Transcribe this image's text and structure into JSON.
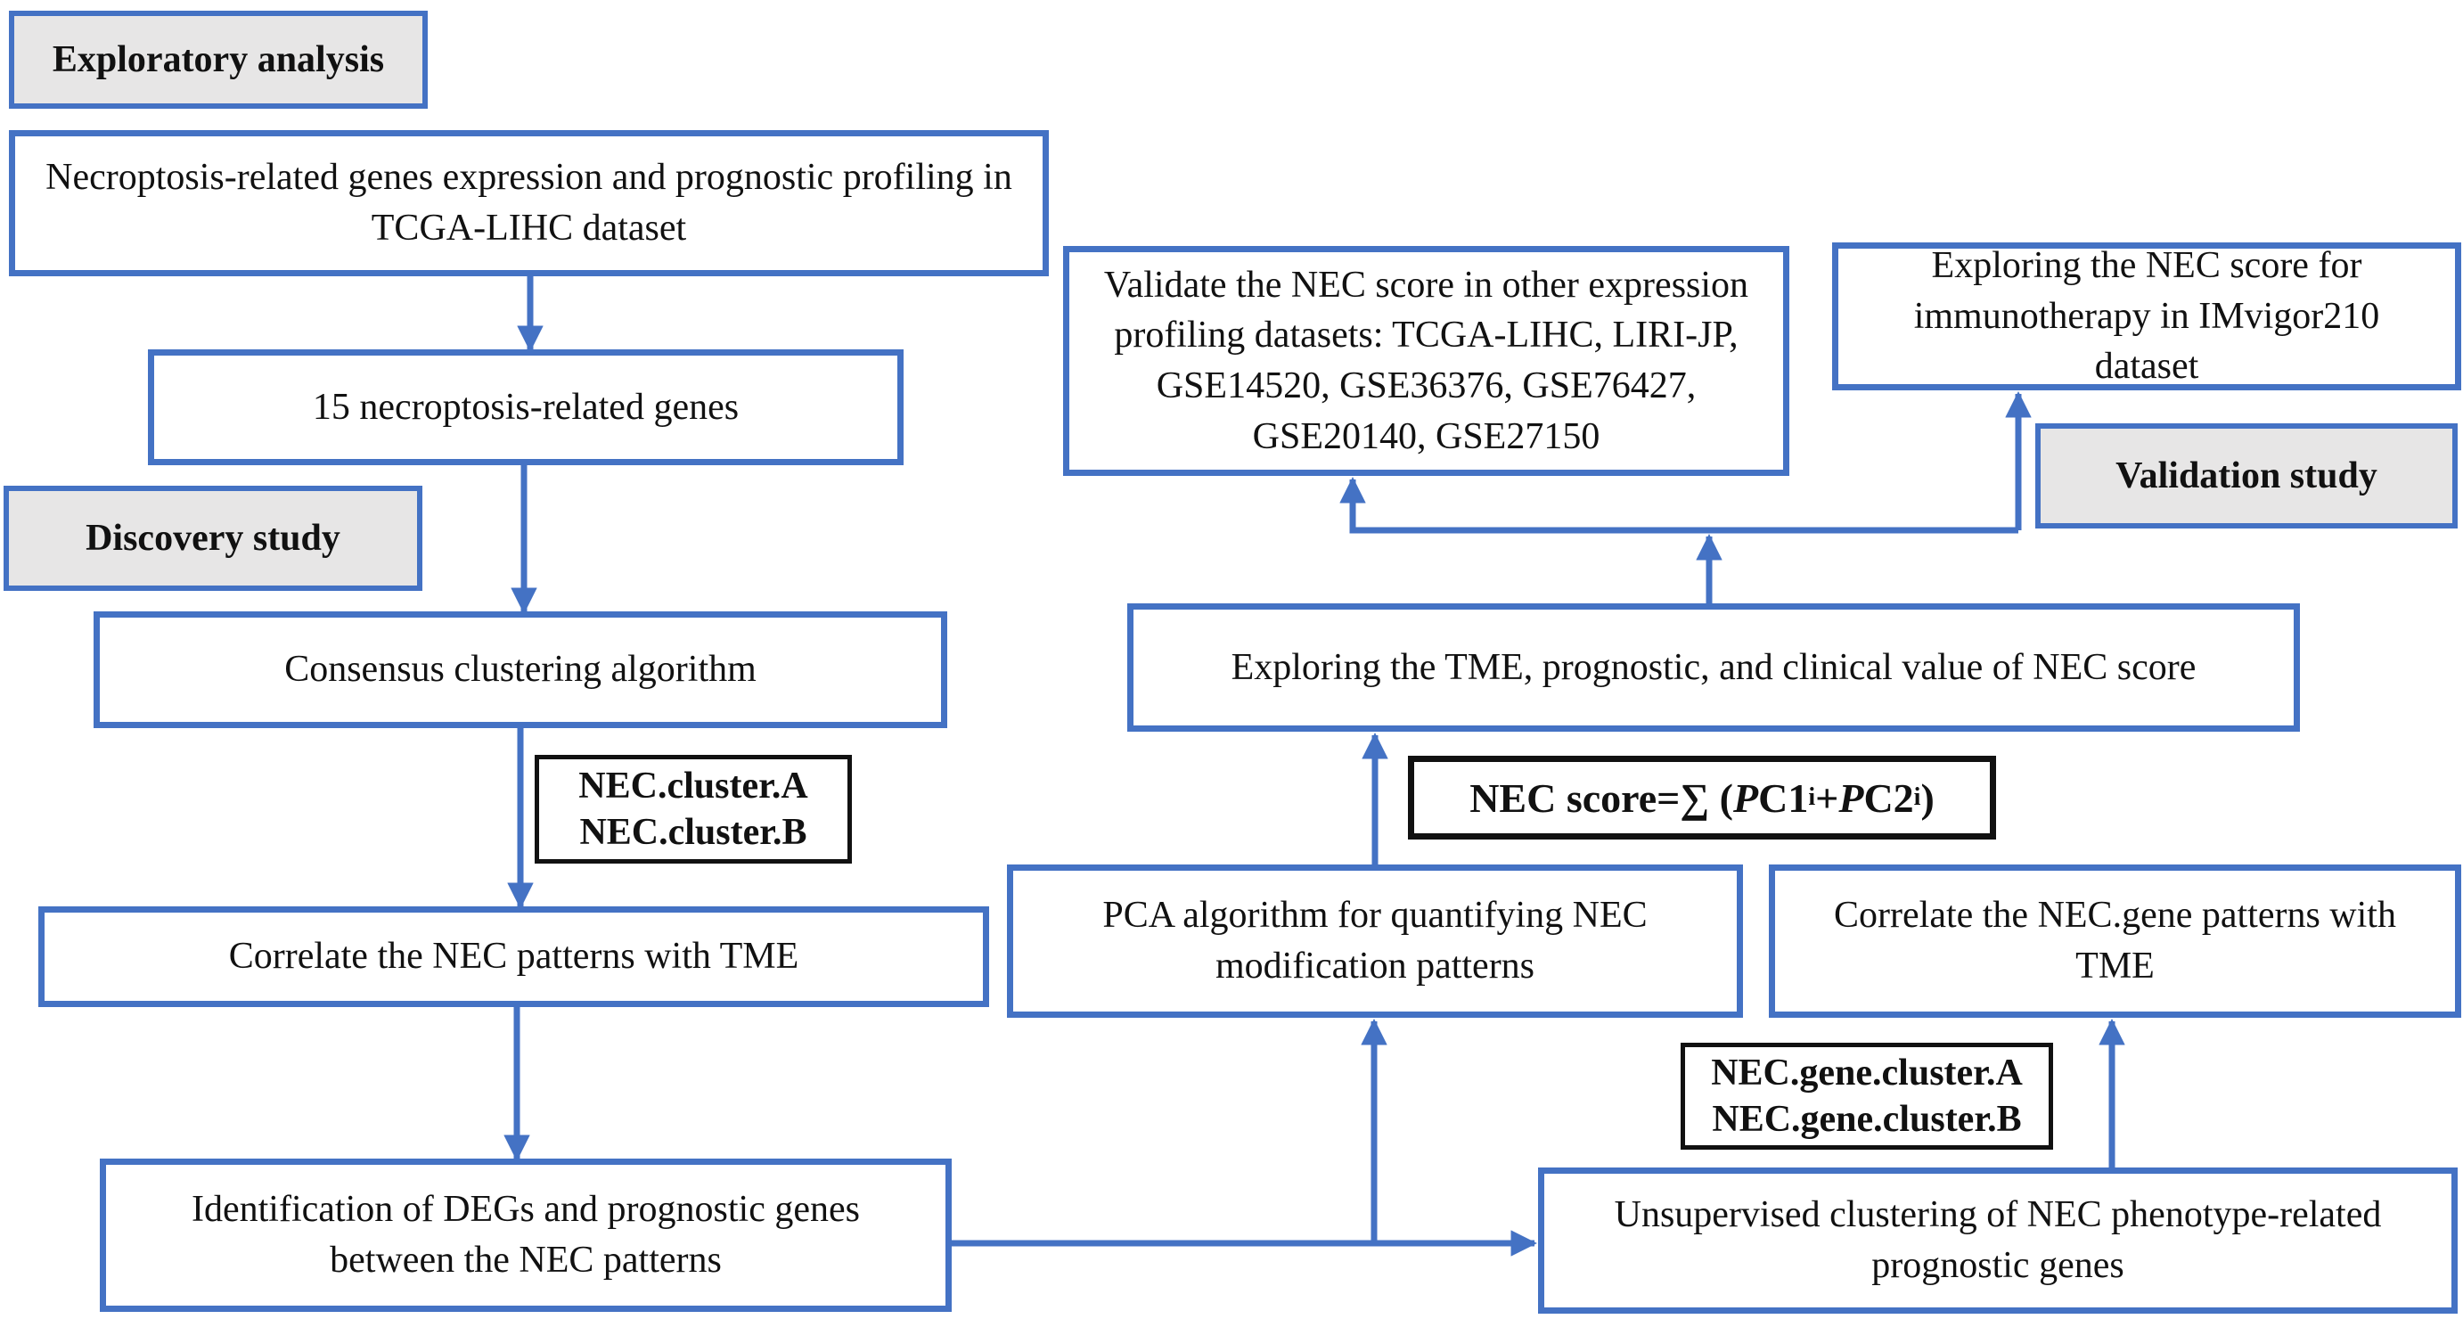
{
  "colors": {
    "box_border": "#4472c4",
    "label_fill": "#e7e6e6",
    "tag_border": "#111111"
  },
  "sections": {
    "exploratory": "Exploratory analysis",
    "discovery": "Discovery study",
    "validation": "Validation study"
  },
  "nodes": {
    "expression_profiling": "Necroptosis-related genes expression and prognostic profiling in TCGA-LIHC dataset",
    "genes_15": "15 necroptosis-related genes",
    "consensus_clustering": "Consensus clustering algorithm",
    "correlate_nec_patterns": "Correlate the NEC patterns with TME",
    "identify_degs": "Identification of DEGs and prognostic genes between the NEC patterns",
    "unsupervised_clustering": "Unsupervised clustering of NEC phenotype-related prognostic genes",
    "pca_algorithm": "PCA algorithm for quantifying NEC modification patterns",
    "correlate_gene_patterns": "Correlate the NEC.gene patterns with TME",
    "explore_tme_value": "Exploring the TME, prognostic, and clinical value of NEC score",
    "validate_datasets": "Validate the NEC score in other expression profiling datasets: TCGA-LIHC, LIRI-JP, GSE14520, GSE36376, GSE76427, GSE20140, GSE27150",
    "explore_immunotherapy": "Exploring the NEC score for immunotherapy in IMvigor210 dataset"
  },
  "tags": {
    "nec_cluster": [
      "NEC.cluster.A",
      "NEC.cluster.B"
    ],
    "nec_gene_cluster": [
      "NEC.gene.cluster.A",
      "NEC.gene.cluster.B"
    ]
  },
  "formula": {
    "lhs": "NEC score=",
    "sum": "∑ (",
    "p1": "P",
    "c1": "C1",
    "sub1": "i",
    "plus": "+ ",
    "p2": "P",
    "c2": "C2",
    "sub2": "i",
    "close": ")"
  }
}
